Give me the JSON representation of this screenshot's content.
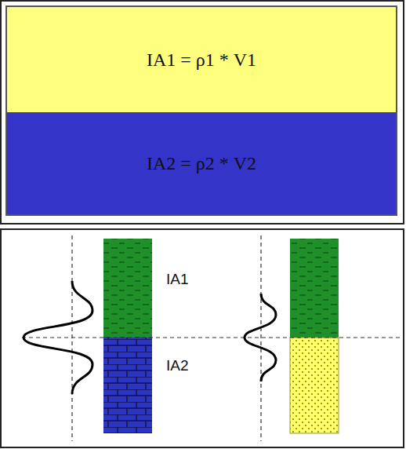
{
  "diagram": {
    "nodes": [
      {
        "text": [
          "IA1 = ρ1 * V1"
        ]
      },
      {
        "text": [
          "IA2 = ρ2 * V2"
        ]
      }
    ],
    "labels": [
      "IA1",
      "IA2"
    ]
  }
}
